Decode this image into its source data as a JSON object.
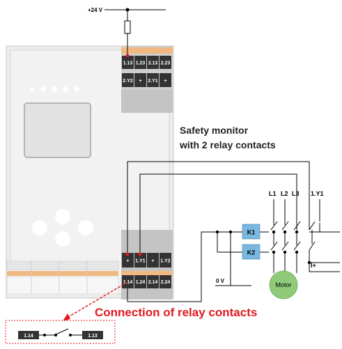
{
  "supply_label": "+24 V",
  "zero_label": "0 V",
  "title_line1": "Safety monitor",
  "title_line2": "with 2 relay contacts",
  "top_terminals_row1": [
    "1.13",
    "1.23",
    "2.13",
    "2.23"
  ],
  "top_terminals_row2": [
    "2.Y2",
    "+",
    "2.Y1",
    "+"
  ],
  "bottom_terminals_row1": [
    "+",
    "1.Y1",
    "+",
    "1.Y2"
  ],
  "bottom_terminals_row2": [
    "1.14",
    "1.24",
    "2.14",
    "2.24"
  ],
  "phase_labels": [
    "L1",
    "L2",
    "L3"
  ],
  "feedback_label": "1.Y1",
  "iplus_label": "I+",
  "contactor_labels": [
    "K1",
    "K2"
  ],
  "motor_label": "Motor",
  "connection_heading": "Connection of relay contacts",
  "detail_terminals": [
    "1.14",
    "1.13"
  ],
  "colors": {
    "accent_red": "#e0191f",
    "terminal_dark": "#333333",
    "terminal_orange": "#f0b981",
    "contactor_blue": "#7ab8df",
    "motor_green": "#8fcb79",
    "housing_gray": "#e8e8e8"
  }
}
